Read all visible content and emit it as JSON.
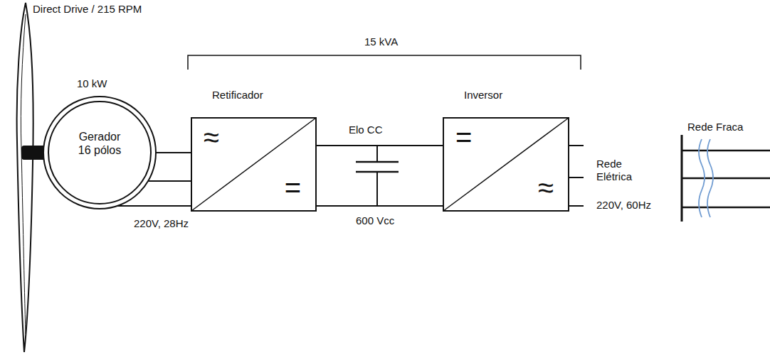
{
  "diagram": {
    "nodes": [
      {
        "text": [
          "10 kW",
          "Gerador 16 pólos"
        ]
      },
      {
        "text": [
          "Retificador",
          "≈",
          "="
        ]
      },
      {
        "text": [
          "Inversor",
          "=",
          "≈"
        ]
      }
    ],
    "edges": [
      {
        "from": 0,
        "to": 1,
        "arrow": "none"
      },
      {
        "from": 1,
        "to": 2,
        "arrow": "none"
      }
    ],
    "labels": [
      "Direct Drive / 215 RPM",
      "220V, 28Hz",
      "15 kVA",
      "Elo CC",
      "600 Vcc",
      "Rede Elétrica",
      "220V, 60Hz",
      "Rede Fraca"
    ]
  }
}
